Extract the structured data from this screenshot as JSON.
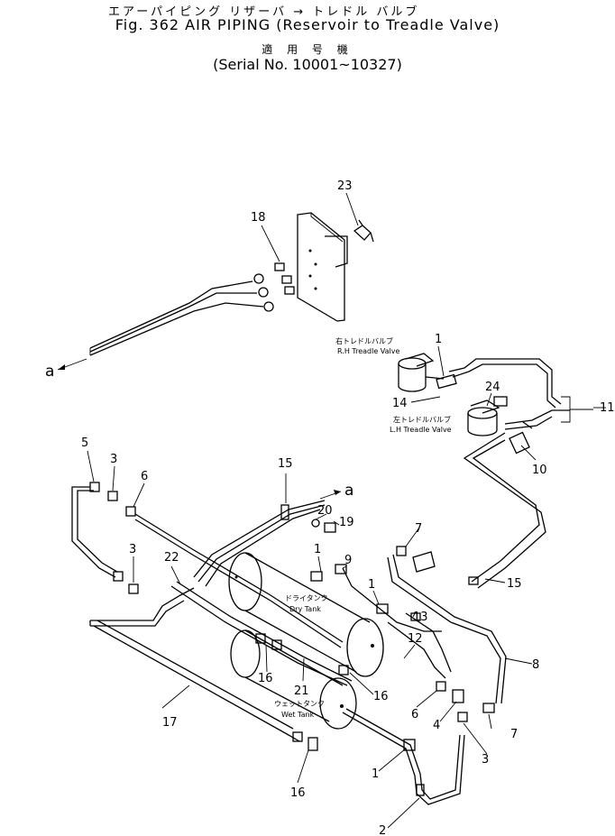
{
  "header": {
    "jp_title": "エアーパイピング リザーバ → トレドル バルブ",
    "en_title": "Fig. 362  AIR PIPING   (Reservoir to Treadle Valve)",
    "jp_serial": "適 用 号 機",
    "serial": "(Serial No. 10001~10327)"
  },
  "labels": {
    "rh_jp": "右トレドルバルブ",
    "rh_en": "R.H Treadle Valve",
    "lh_jp": "左トレドルバルブ",
    "lh_en": "L.H Treadle Valve",
    "dry_jp": "ドライタンク",
    "dry_en": "Dry Tank",
    "wet_jp": "ウェットタンク",
    "wet_en": "Wet Tank",
    "conn_a1": "a",
    "conn_a2": "a"
  },
  "parts": {
    "p1a": "1",
    "p1b": "1",
    "p1c": "1",
    "p1d": "1",
    "p2": "2",
    "p3a": "3",
    "p3b": "3",
    "p3c": "3",
    "p4": "4",
    "p5": "5",
    "p6a": "6",
    "p6b": "6",
    "p7a": "7",
    "p7b": "7",
    "p8": "8",
    "p9": "9",
    "p10": "10",
    "p11": "11",
    "p12": "12",
    "p13": "13",
    "p14": "14",
    "p15a": "15",
    "p15b": "15",
    "p16a": "16",
    "p16b": "16",
    "p16c": "16",
    "p17": "17",
    "p18": "18",
    "p19": "19",
    "p20": "20",
    "p21": "21",
    "p22": "22",
    "p23": "23",
    "p24": "24"
  }
}
